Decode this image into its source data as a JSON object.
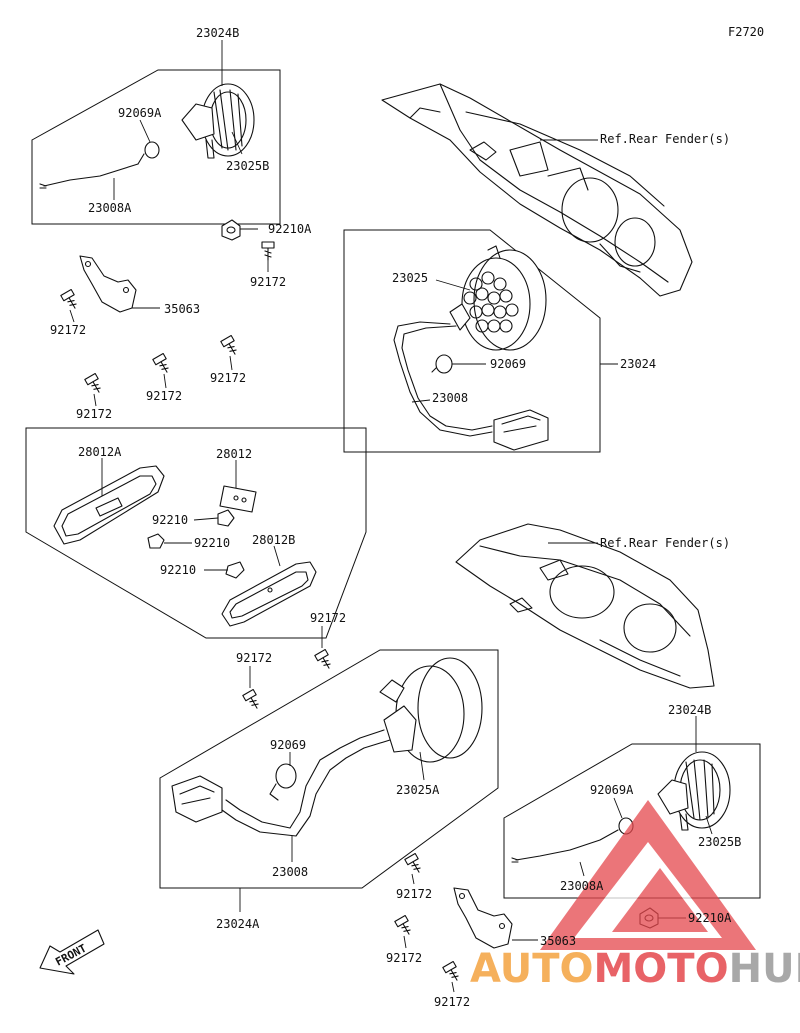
{
  "figure_code": "F2720",
  "labels": {
    "p23024B_top": "23024B",
    "p92069A_top": "92069A",
    "p23025B_top": "23025B",
    "p23008A_top": "23008A",
    "p92210A_top": "92210A",
    "p92172_a": "92172",
    "p35063_top": "35063",
    "p92172_b": "92172",
    "p92172_c": "92172",
    "p92172_d": "92172",
    "p92172_e": "92172",
    "ref_fender_top": "Ref.Rear Fender(s)",
    "p23025": "23025",
    "p92069": "92069",
    "p23024": "23024",
    "p23008": "23008",
    "p28012A": "28012A",
    "p28012": "28012",
    "p92210_a": "92210",
    "p92210_b": "92210",
    "p92210_c": "92210",
    "p28012B": "28012B",
    "ref_fender_bottom": "Ref.Rear Fender(s)",
    "p92172_f": "92172",
    "p92172_g": "92172",
    "p92069_bottom": "92069",
    "p23025A": "23025A",
    "p23008_bottom": "23008",
    "p23024A": "23024A",
    "p23024B_bottom": "23024B",
    "p92069A_bottom": "92069A",
    "p23025B_bottom": "23025B",
    "p23008A_bottom": "23008A",
    "p92210A_bottom": "92210A",
    "p92172_h": "92172",
    "p35063_bottom": "35063",
    "p92172_i": "92172",
    "p92172_j": "92172"
  },
  "front_label": "FRONT",
  "watermark": {
    "brand_part1": "AUTO",
    "brand_part2": "MOTO",
    "brand_part3": "HUB",
    "color_red": "#e5484d",
    "color_orange": "#f4a340",
    "color_gray": "#9a9a9a"
  }
}
